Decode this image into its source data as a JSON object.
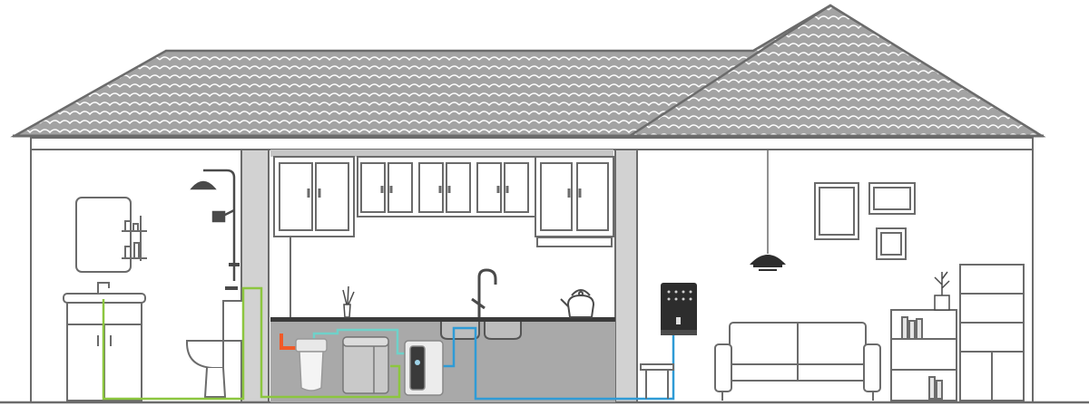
{
  "diagram": {
    "type": "house-cross-section",
    "rooms": [
      "bathroom",
      "kitchen",
      "living-room"
    ],
    "pipes": {
      "hot": "#f05a28",
      "filtered": "#6fd1c9",
      "drinking": "#2f9bd6",
      "drain": "#8cc63f"
    },
    "colors": {
      "outline": "#6b6b6b",
      "roof": "#9a9a9a",
      "wall": "#c6c6c6",
      "under_sink": "#a9a9a9",
      "appliance_dark": "#2d2d2d"
    },
    "icons": [
      "roof-tiles-icon",
      "shower-icon",
      "mirror-icon",
      "bathroom-shelf-icon",
      "bathroom-sink-icon",
      "toilet-icon",
      "kitchen-faucet-icon",
      "kettle-icon",
      "plant-vase-icon",
      "pre-filter-icon",
      "ro-purifier-icon",
      "tankless-dispenser-icon",
      "wall-dispenser-icon",
      "pendant-lamp-icon",
      "picture-frame-icon",
      "sofa-icon",
      "bookshelf-icon",
      "cabinet-icon",
      "potted-plant-icon",
      "side-table-icon"
    ]
  }
}
